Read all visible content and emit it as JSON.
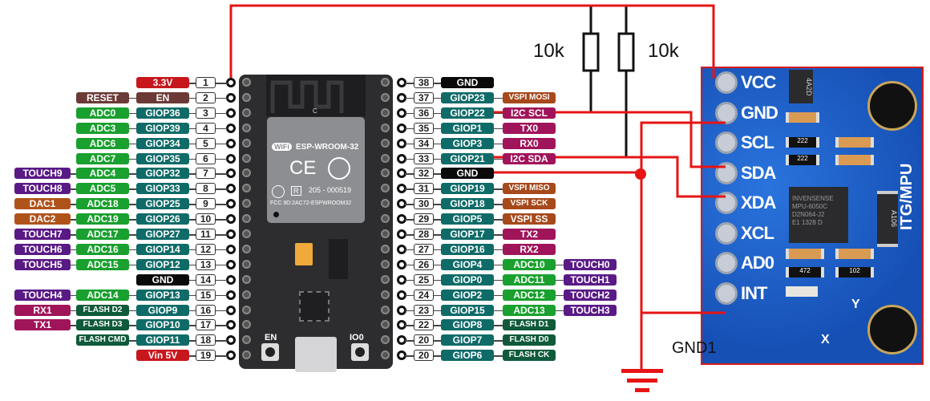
{
  "colors": {
    "power": "#c8161d",
    "reset": "#6b3a36",
    "adc": "#19a02e",
    "gpio": "#0f6b68",
    "touch": "#5a1a86",
    "dac": "#b0531b",
    "gnd": "#0a0a0a",
    "uart": "#a0145a",
    "vspi": "#a6491b",
    "i2c": "#a0145a",
    "flash": "#0f5a3a",
    "wire": "#e61414",
    "board": "#2d2d2f",
    "mpu_board": "#1a5fc8"
  },
  "esp32": {
    "module_name": "ESP-WROOM-32",
    "cert_number": "205 - 000519",
    "fcc_id": "FCC 9D:2AC72-ESPWROOM32",
    "wifi_badge": "WiFi",
    "antenna_mark": "C",
    "button_en": "EN",
    "button_io0": "IO0",
    "left_pins": [
      {
        "num": "1",
        "labels": [
          {
            "text": "3.3V",
            "type": "power"
          }
        ]
      },
      {
        "num": "2",
        "labels": [
          {
            "text": "EN",
            "type": "reset"
          },
          {
            "text": "RESET",
            "type": "reset"
          }
        ]
      },
      {
        "num": "3",
        "labels": [
          {
            "text": "GIOP36",
            "type": "gpio"
          },
          {
            "text": "ADC0",
            "type": "adc"
          }
        ]
      },
      {
        "num": "4",
        "labels": [
          {
            "text": "GIOP39",
            "type": "gpio"
          },
          {
            "text": "ADC3",
            "type": "adc"
          }
        ]
      },
      {
        "num": "5",
        "labels": [
          {
            "text": "GIOP34",
            "type": "gpio"
          },
          {
            "text": "ADC6",
            "type": "adc"
          }
        ]
      },
      {
        "num": "6",
        "labels": [
          {
            "text": "GIOP35",
            "type": "gpio"
          },
          {
            "text": "ADC7",
            "type": "adc"
          }
        ]
      },
      {
        "num": "7",
        "labels": [
          {
            "text": "GIOP32",
            "type": "gpio"
          },
          {
            "text": "ADC4",
            "type": "adc"
          },
          {
            "text": "TOUCH9",
            "type": "touch"
          }
        ]
      },
      {
        "num": "8",
        "labels": [
          {
            "text": "GIOP33",
            "type": "gpio"
          },
          {
            "text": "ADC5",
            "type": "adc"
          },
          {
            "text": "TOUCH8",
            "type": "touch"
          }
        ]
      },
      {
        "num": "9",
        "labels": [
          {
            "text": "GIOP25",
            "type": "gpio"
          },
          {
            "text": "ADC18",
            "type": "adc"
          },
          {
            "text": "DAC1",
            "type": "dac"
          }
        ]
      },
      {
        "num": "10",
        "labels": [
          {
            "text": "GIOP26",
            "type": "gpio"
          },
          {
            "text": "ADC19",
            "type": "adc"
          },
          {
            "text": "DAC2",
            "type": "dac"
          }
        ]
      },
      {
        "num": "11",
        "labels": [
          {
            "text": "GIOP27",
            "type": "gpio"
          },
          {
            "text": "ADC17",
            "type": "adc"
          },
          {
            "text": "TOUCH7",
            "type": "touch"
          }
        ]
      },
      {
        "num": "12",
        "labels": [
          {
            "text": "GIOP14",
            "type": "gpio"
          },
          {
            "text": "ADC16",
            "type": "adc"
          },
          {
            "text": "TOUCH6",
            "type": "touch"
          }
        ]
      },
      {
        "num": "13",
        "labels": [
          {
            "text": "GIOP12",
            "type": "gpio"
          },
          {
            "text": "ADC15",
            "type": "adc"
          },
          {
            "text": "TOUCH5",
            "type": "touch"
          }
        ]
      },
      {
        "num": "14",
        "labels": [
          {
            "text": "GND",
            "type": "gnd"
          }
        ]
      },
      {
        "num": "15",
        "labels": [
          {
            "text": "GIOP13",
            "type": "gpio"
          },
          {
            "text": "ADC14",
            "type": "adc"
          },
          {
            "text": "TOUCH4",
            "type": "touch"
          }
        ]
      },
      {
        "num": "16",
        "labels": [
          {
            "text": "GIOP9",
            "type": "gpio"
          },
          {
            "text": "FLASH D2",
            "type": "flash"
          },
          {
            "text": "RX1",
            "type": "uart"
          }
        ]
      },
      {
        "num": "17",
        "labels": [
          {
            "text": "GIOP10",
            "type": "gpio"
          },
          {
            "text": "FLASH D3",
            "type": "flash"
          },
          {
            "text": "TX1",
            "type": "uart"
          }
        ]
      },
      {
        "num": "18",
        "labels": [
          {
            "text": "GIOP11",
            "type": "gpio"
          },
          {
            "text": "FLASH CMD",
            "type": "flash"
          }
        ]
      },
      {
        "num": "19",
        "labels": [
          {
            "text": "Vin 5V",
            "type": "power"
          }
        ]
      }
    ],
    "right_pins": [
      {
        "num": "38",
        "labels": [
          {
            "text": "GND",
            "type": "gnd"
          }
        ]
      },
      {
        "num": "37",
        "labels": [
          {
            "text": "GIOP23",
            "type": "gpio"
          },
          {
            "text": "VSPI MOSI",
            "type": "vspi"
          }
        ]
      },
      {
        "num": "36",
        "labels": [
          {
            "text": "GIOP22",
            "type": "gpio"
          },
          {
            "text": "I2C SCL",
            "type": "i2c"
          }
        ]
      },
      {
        "num": "35",
        "labels": [
          {
            "text": "GIOP1",
            "type": "gpio"
          },
          {
            "text": "TX0",
            "type": "uart"
          }
        ]
      },
      {
        "num": "34",
        "labels": [
          {
            "text": "GIOP3",
            "type": "gpio"
          },
          {
            "text": "RX0",
            "type": "uart"
          }
        ]
      },
      {
        "num": "33",
        "labels": [
          {
            "text": "GIOP21",
            "type": "gpio"
          },
          {
            "text": "I2C SDA",
            "type": "i2c"
          }
        ]
      },
      {
        "num": "32",
        "labels": [
          {
            "text": "GND",
            "type": "gnd"
          }
        ]
      },
      {
        "num": "31",
        "labels": [
          {
            "text": "GIOP19",
            "type": "gpio"
          },
          {
            "text": "VSPI MISO",
            "type": "vspi"
          }
        ]
      },
      {
        "num": "30",
        "labels": [
          {
            "text": "GIOP18",
            "type": "gpio"
          },
          {
            "text": "VSPI SCK",
            "type": "vspi"
          }
        ]
      },
      {
        "num": "29",
        "labels": [
          {
            "text": "GIOP5",
            "type": "gpio"
          },
          {
            "text": "VSPI SS",
            "type": "vspi"
          }
        ]
      },
      {
        "num": "28",
        "labels": [
          {
            "text": "GIOP17",
            "type": "gpio"
          },
          {
            "text": "TX2",
            "type": "uart"
          }
        ]
      },
      {
        "num": "27",
        "labels": [
          {
            "text": "GIOP16",
            "type": "gpio"
          },
          {
            "text": "RX2",
            "type": "uart"
          }
        ]
      },
      {
        "num": "26",
        "labels": [
          {
            "text": "GIOP4",
            "type": "gpio"
          },
          {
            "text": "ADC10",
            "type": "adc"
          },
          {
            "text": "TOUCH0",
            "type": "touch"
          }
        ]
      },
      {
        "num": "25",
        "labels": [
          {
            "text": "GIOP0",
            "type": "gpio"
          },
          {
            "text": "ADC11",
            "type": "adc"
          },
          {
            "text": "TOUCH1",
            "type": "touch"
          }
        ]
      },
      {
        "num": "24",
        "labels": [
          {
            "text": "GIOP2",
            "type": "gpio"
          },
          {
            "text": "ADC12",
            "type": "adc"
          },
          {
            "text": "TOUCH2",
            "type": "touch"
          }
        ]
      },
      {
        "num": "23",
        "labels": [
          {
            "text": "GIOP15",
            "type": "gpio"
          },
          {
            "text": "ADC13",
            "type": "adc"
          },
          {
            "text": "TOUCH3",
            "type": "touch"
          }
        ]
      },
      {
        "num": "22",
        "labels": [
          {
            "text": "GIOP8",
            "type": "gpio"
          },
          {
            "text": "FLASH D1",
            "type": "flash"
          }
        ]
      },
      {
        "num": "20",
        "labels": [
          {
            "text": "GIOP7",
            "type": "gpio"
          },
          {
            "text": "FLASH D0",
            "type": "flash"
          }
        ]
      },
      {
        "num": "20",
        "labels": [
          {
            "text": "GIOP6",
            "type": "gpio"
          },
          {
            "text": "FLASH CK",
            "type": "flash"
          }
        ]
      }
    ]
  },
  "resistors": [
    {
      "label": "10k"
    },
    {
      "label": "10k"
    }
  ],
  "mpu": {
    "title": "ITG/MPU",
    "pins": [
      "VCC",
      "GND",
      "SCL",
      "SDA",
      "XDA",
      "XCL",
      "AD0",
      "INT"
    ],
    "chip_text": [
      "INVENSENSE",
      "MPU-6050C",
      "D2N064-J2",
      "E1 1328 D"
    ],
    "regulator_mark": "4A2D",
    "resistor_marks": [
      "222",
      "222",
      "472",
      "102"
    ],
    "tantalum_mark": "A106",
    "axis_x": "X",
    "axis_y": "Y"
  },
  "ground_label": "GND1"
}
